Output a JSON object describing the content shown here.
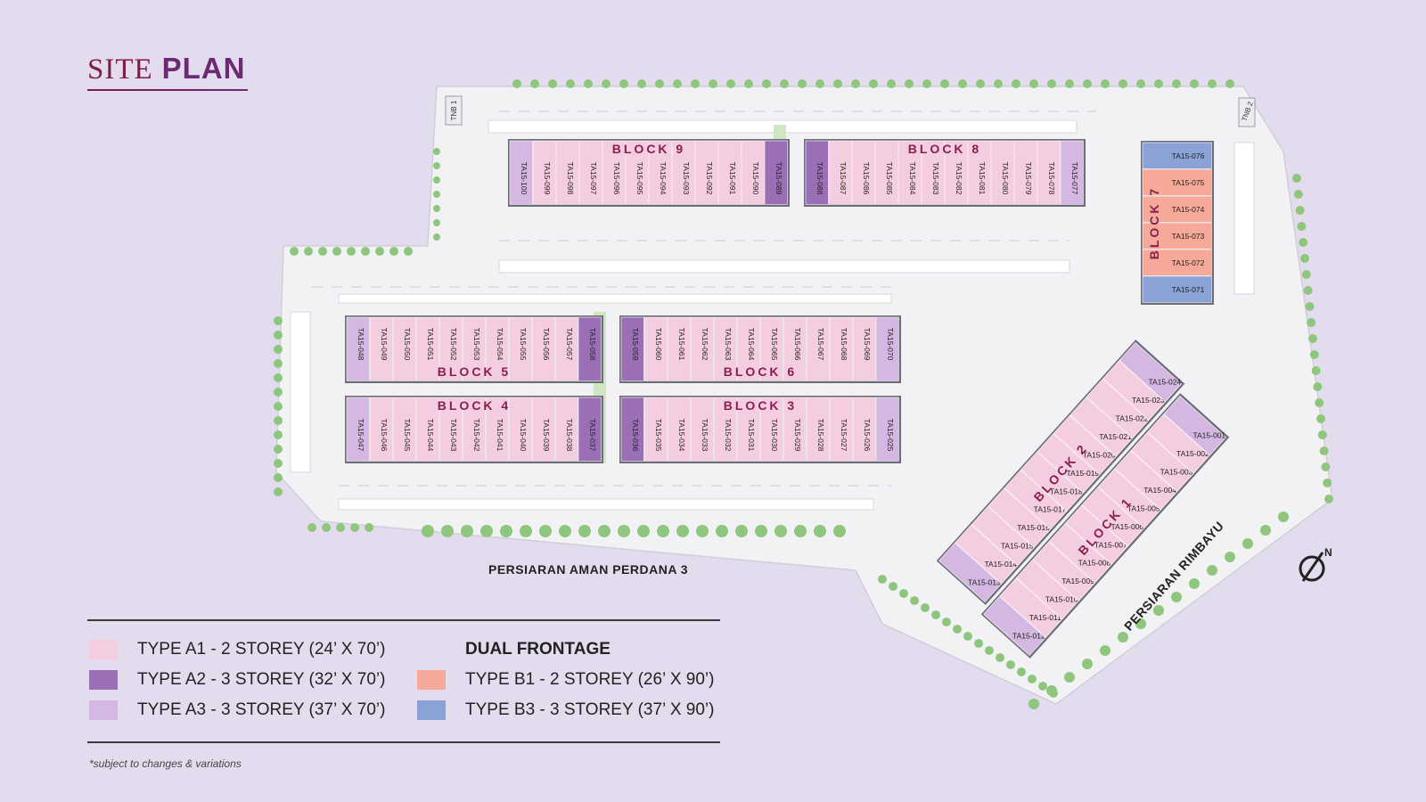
{
  "title": {
    "part1": "SITE",
    "part2": "PLAN"
  },
  "colors": {
    "type_a1": "#f5cde0",
    "type_a2": "#9b6fb6",
    "type_a3": "#d4b8e2",
    "type_b1": "#f6a998",
    "type_b3": "#8aa2d5",
    "road": "#f2f2f5",
    "tree": "#8fc67d"
  },
  "blocks": [
    {
      "label": "BLOCK 9",
      "units": [
        "TA15-100",
        "TA15-099",
        "TA15-098",
        "TA15-097",
        "TA15-096",
        "TA15-095",
        "TA15-094",
        "TA15-093",
        "TA15-092",
        "TA15-091",
        "TA15-090",
        "TA15-089"
      ],
      "types": [
        "a3",
        "a1",
        "a1",
        "a1",
        "a1",
        "a1",
        "a1",
        "a1",
        "a1",
        "a1",
        "a1",
        "a2"
      ]
    },
    {
      "label": "BLOCK 8",
      "units": [
        "TA15-088",
        "TA15-087",
        "TA15-086",
        "TA15-085",
        "TA15-084",
        "TA15-083",
        "TA15-082",
        "TA15-081",
        "TA15-080",
        "TA15-079",
        "TA15-078",
        "TA15-077"
      ],
      "types": [
        "a2",
        "a1",
        "a1",
        "a1",
        "a1",
        "a1",
        "a1",
        "a1",
        "a1",
        "a1",
        "a1",
        "a3"
      ]
    },
    {
      "label": "BLOCK 7",
      "units": [
        "TA15-076",
        "TA15-075",
        "TA15-074",
        "TA15-073",
        "TA15-072",
        "TA15-071"
      ],
      "types": [
        "b3",
        "b1",
        "b1",
        "b1",
        "b1",
        "b3"
      ]
    },
    {
      "label": "BLOCK 5",
      "units": [
        "TA15-048",
        "TA15-049",
        "TA15-050",
        "TA15-051",
        "TA15-052",
        "TA15-053",
        "TA15-054",
        "TA15-055",
        "TA15-056",
        "TA15-057",
        "TA15-058"
      ],
      "types": [
        "a3",
        "a1",
        "a1",
        "a1",
        "a1",
        "a1",
        "a1",
        "a1",
        "a1",
        "a1",
        "a2"
      ]
    },
    {
      "label": "BLOCK 6",
      "units": [
        "TA15-059",
        "TA15-060",
        "TA15-061",
        "TA15-062",
        "TA15-063",
        "TA15-064",
        "TA15-065",
        "TA15-066",
        "TA15-067",
        "TA15-068",
        "TA15-069",
        "TA15-070"
      ],
      "types": [
        "a2",
        "a1",
        "a1",
        "a1",
        "a1",
        "a1",
        "a1",
        "a1",
        "a1",
        "a1",
        "a1",
        "a3"
      ]
    },
    {
      "label": "BLOCK 4",
      "units": [
        "TA15-047",
        "TA15-046",
        "TA15-045",
        "TA15-044",
        "TA15-043",
        "TA15-042",
        "TA15-041",
        "TA15-040",
        "TA15-039",
        "TA15-038",
        "TA15-037"
      ],
      "types": [
        "a3",
        "a1",
        "a1",
        "a1",
        "a1",
        "a1",
        "a1",
        "a1",
        "a1",
        "a1",
        "a2"
      ]
    },
    {
      "label": "BLOCK 3",
      "units": [
        "TA15-036",
        "TA15-035",
        "TA15-034",
        "TA15-033",
        "TA15-032",
        "TA15-031",
        "TA15-030",
        "TA15-029",
        "TA15-028",
        "TA15-027",
        "TA15-026",
        "TA15-025"
      ],
      "types": [
        "a2",
        "a1",
        "a1",
        "a1",
        "a1",
        "a1",
        "a1",
        "a1",
        "a1",
        "a1",
        "a1",
        "a3"
      ]
    },
    {
      "label": "BLOCK 2",
      "units": [
        "TA15-013",
        "TA15-014",
        "TA15-015",
        "TA15-016",
        "TA15-017",
        "TA15-018",
        "TA15-019",
        "TA15-020",
        "TA15-021",
        "TA15-022",
        "TA15-023",
        "TA15-024"
      ],
      "types": [
        "a3",
        "a1",
        "a1",
        "a1",
        "a1",
        "a1",
        "a1",
        "a1",
        "a1",
        "a1",
        "a1",
        "a3"
      ]
    },
    {
      "label": "BLOCK 1",
      "units": [
        "TA15-012",
        "TA15-011",
        "TA15-010",
        "TA15-009",
        "TA15-008",
        "TA15-007",
        "TA15-006",
        "TA15-005",
        "TA15-004",
        "TA15-003",
        "TA15-002",
        "TA15-001"
      ],
      "types": [
        "a3",
        "a1",
        "a1",
        "a1",
        "a1",
        "a1",
        "a1",
        "a1",
        "a1",
        "a1",
        "a1",
        "a3"
      ]
    }
  ],
  "tnb": [
    "TNB 1",
    "TNB 2"
  ],
  "roads": {
    "south": "PERSIARAN AMAN PERDANA 3",
    "east": "PERSIARAN RIMBAYU"
  },
  "legend": {
    "items": [
      {
        "text": "TYPE A1  - 2 STOREY (24’ X 70’)",
        "color": "#f5cde0"
      },
      {
        "text": "TYPE A2 - 3 STOREY (32’ X 70’)",
        "color": "#9b6fb6"
      },
      {
        "text": "TYPE A3 - 3 STOREY (37’ X 70’)",
        "color": "#d4b8e2"
      }
    ],
    "dual_title": "DUAL FRONTAGE",
    "dual_items": [
      {
        "text": "TYPE B1  - 2 STOREY (26’ X 90’)",
        "color": "#f6a998"
      },
      {
        "text": "TYPE B3 - 3 STOREY (37’ X 90’)",
        "color": "#8aa2d5"
      }
    ]
  },
  "compass_label": "N",
  "note": "*subject to changes & variations"
}
